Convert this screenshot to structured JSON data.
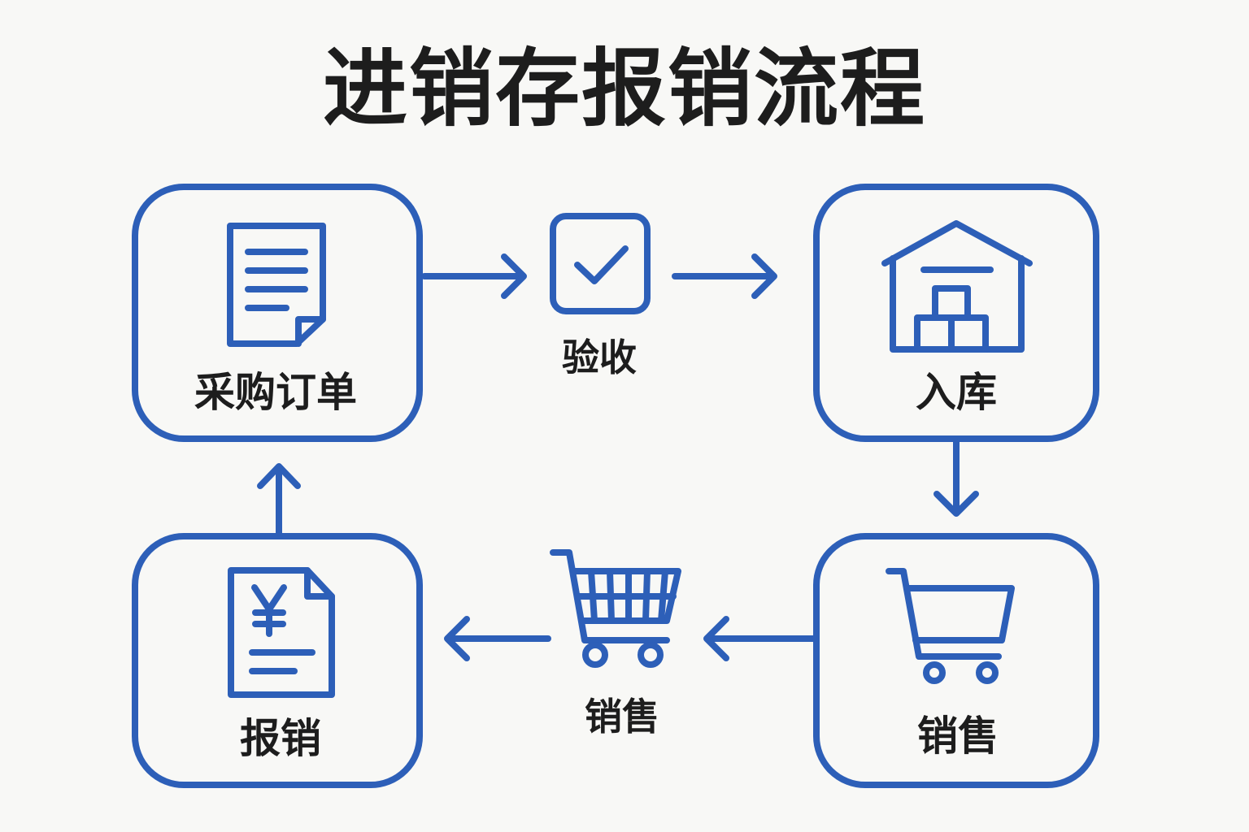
{
  "title": "进销存报销流程",
  "colors": {
    "accent": "#2d5fb8",
    "text": "#1d1d1d",
    "background": "#f8f8f6"
  },
  "nodes": [
    {
      "label": "采购订单",
      "icon": "document-icon"
    },
    {
      "label": "入库",
      "icon": "warehouse-icon"
    },
    {
      "label": "销售",
      "icon": "shopping-cart-icon"
    },
    {
      "label": "报销",
      "icon": "yuan-invoice-icon"
    }
  ],
  "connectors": [
    {
      "label": "验收",
      "icon": "checkbox-icon"
    },
    {
      "label": "销售",
      "icon": "shopping-cart-icon"
    }
  ]
}
